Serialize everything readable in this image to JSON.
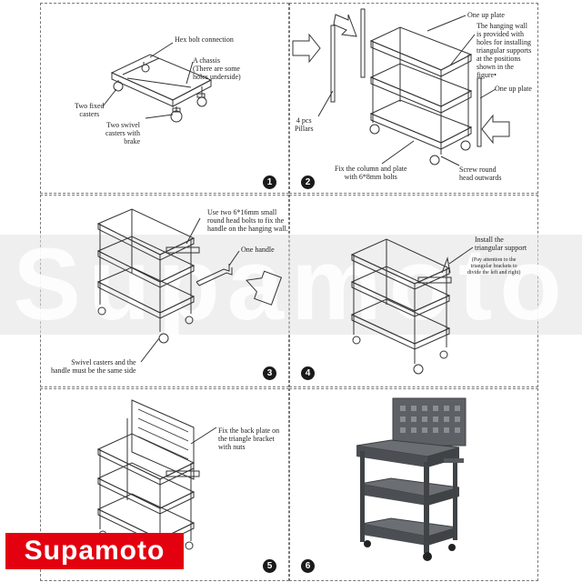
{
  "panels": [
    {
      "step": "1",
      "labels": {
        "hex_bolt": "Hex bolt connection",
        "chassis": "A chassis\n(There are some\nholes underside)",
        "fixed_casters": "Two fixed\ncasters",
        "swivel_casters": "Two swivel\ncasters with\nbrake"
      }
    },
    {
      "step": "2",
      "labels": {
        "one_up_plate_top": "One up plate",
        "hanging_wall": "The hanging wall\nis provided with\nholes for installing\ntriangular supports\nat the positions\nshown in the\nfigure•",
        "one_up_plate_right": "One up plate",
        "pillars": "4 pcs\nPillars",
        "fix_column": "Fix the column and plate\nwith 6*8mm bolts",
        "screw_round": "Screw round\nhead outwards"
      }
    },
    {
      "step": "3",
      "labels": {
        "use_bolts": "Use two 6*16mm small\nround head bolts to fix the\nhandle on the hanging wall.",
        "one_handle": "One handle",
        "same_side": "Swivel casters and the\nhandle must be the same side"
      }
    },
    {
      "step": "4",
      "labels": {
        "install_support": "Install the\ntriangular support",
        "pay_attention": "(Pay attention to the\ntriangular brackets to\ndivide the left and right)"
      }
    },
    {
      "step": "5",
      "labels": {
        "back_plate": "Fix the back plate on\nthe triangle bracket\nwith nuts"
      }
    },
    {
      "step": "6",
      "labels": {}
    }
  ],
  "watermark": "Supamoto",
  "logo": "Supamoto",
  "colors": {
    "logo_bg": "#e3000f",
    "logo_text": "#ffffff",
    "step_circle": "#1a1a1a",
    "line": "#333333",
    "photo_cart": "#55595d"
  }
}
